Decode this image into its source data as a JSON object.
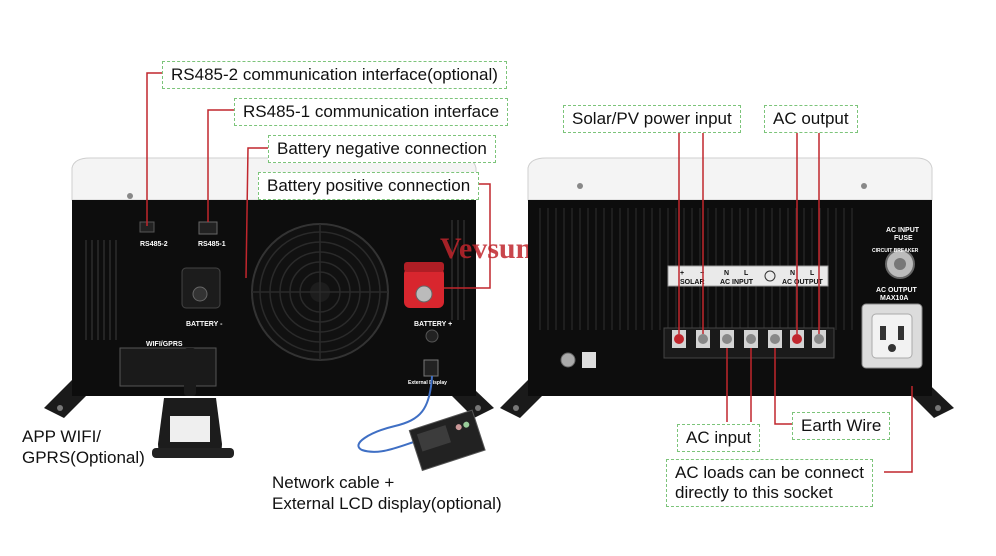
{
  "brand": {
    "logo": "Vevsun",
    "mark": "®"
  },
  "left_unit": {
    "callouts": {
      "rs485_2": "RS485-2 communication interface(optional)",
      "rs485_1": "RS485-1 communication interface",
      "battery_negative": "Battery negative connection",
      "battery_positive": "Battery positive connection",
      "app_wifi": [
        "APP WIFI/",
        "GPRS(Optional)"
      ],
      "network_cable": [
        "Network cable +",
        "External LCD display(optional)"
      ]
    },
    "panel_labels": {
      "rs485_2": "RS485-2",
      "rs485_1": "RS485-1",
      "battery_minus": "BATTERY -",
      "battery_plus": "BATTERY +",
      "wifi_gprs": "WIFI/GPRS",
      "external_display": "External Display"
    }
  },
  "right_unit": {
    "callouts": {
      "solar_pv": "Solar/PV power input",
      "ac_output": "AC output",
      "ac_input": "AC input",
      "earth_wire": "Earth Wire",
      "ac_loads": [
        "AC loads can be connect",
        "directly to this socket"
      ]
    },
    "panel_labels": {
      "plus": "+",
      "minus": "−",
      "solar": "SOLAR",
      "n1": "N",
      "l1": "L",
      "ac_input": "AC INPUT",
      "n2": "N",
      "l2": "L",
      "ac_output": "AC OUTPUT",
      "ac_input_fuse": [
        "AC INPUT",
        "FUSE"
      ],
      "circuit_breaker": "CIRCUIT BREAKER",
      "ac_output_max": [
        "AC OUTPUT",
        "MAX10A"
      ]
    }
  },
  "colors": {
    "callout_border": "#7cc47a",
    "leader_line": "#c0262d",
    "body": "#0d0d0d",
    "top_cover": "#f2f2f2",
    "battery_red": "#d8262e"
  }
}
